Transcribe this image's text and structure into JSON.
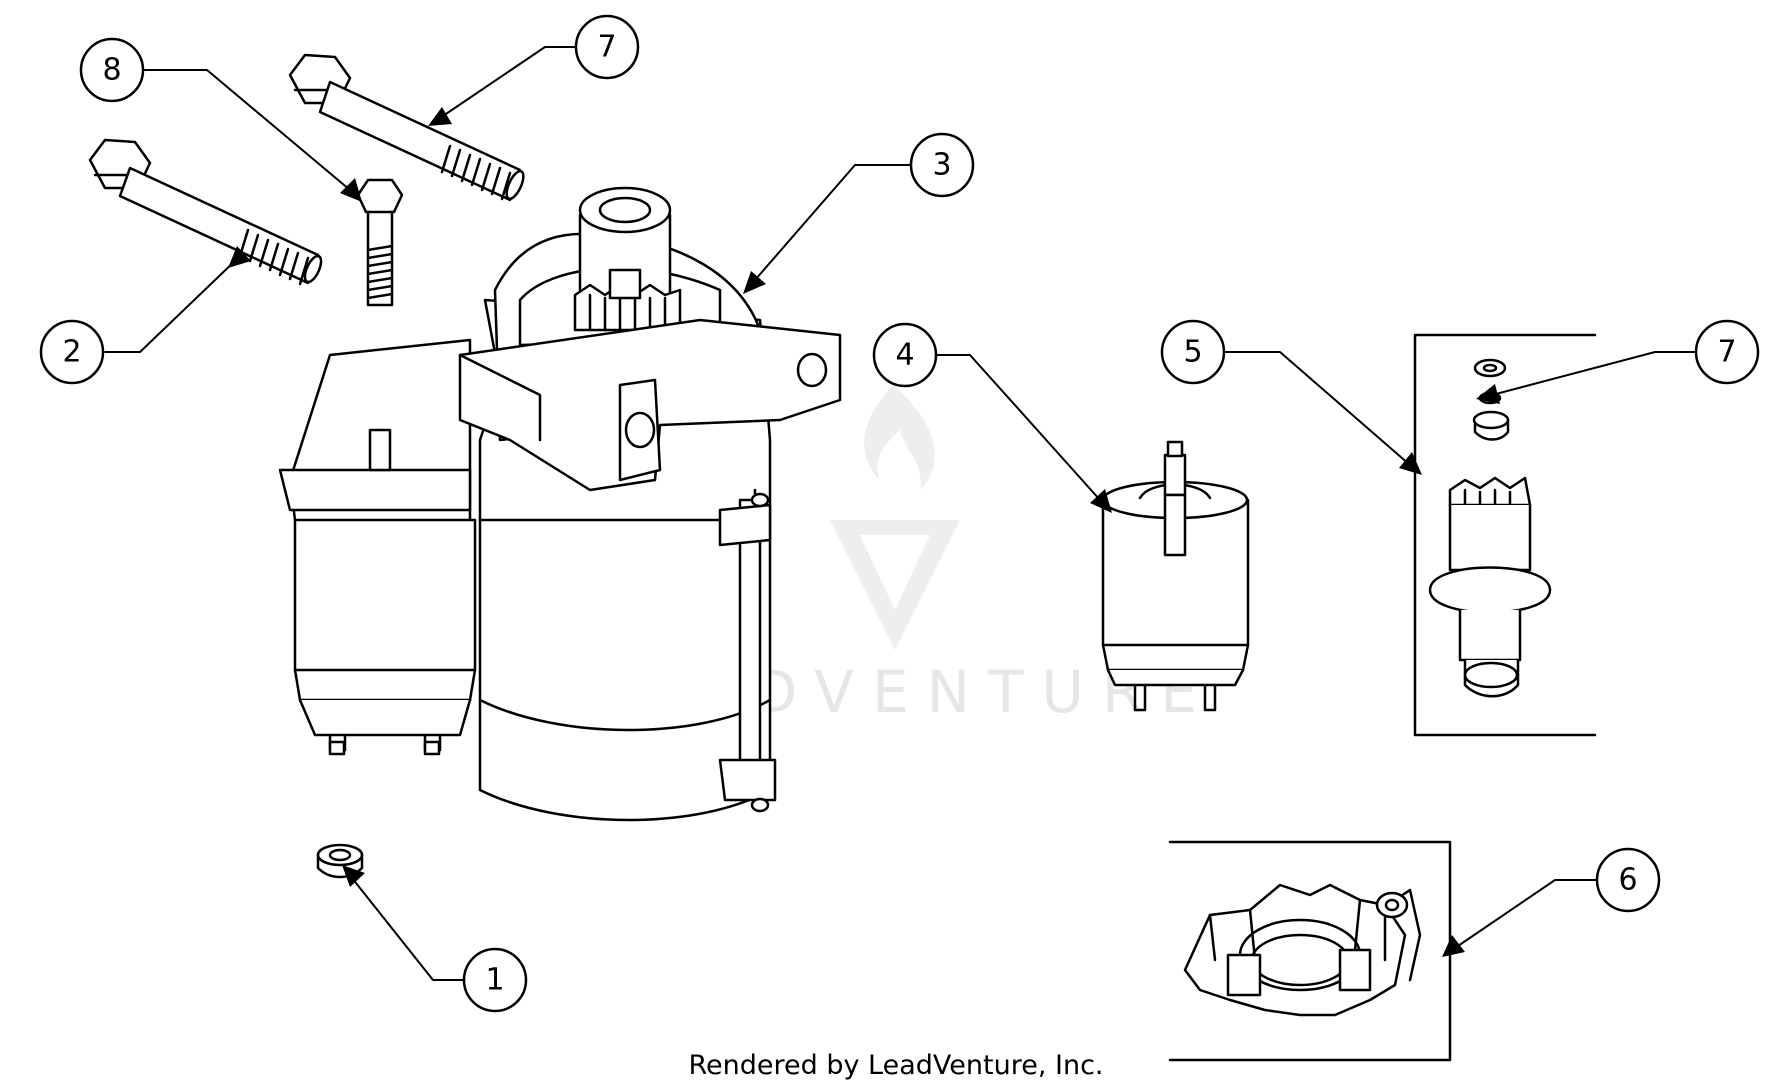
{
  "diagram": {
    "callouts": [
      "1",
      "2",
      "3",
      "4",
      "5",
      "6",
      "7",
      "7",
      "8"
    ]
  },
  "watermark": {
    "text": "LEADVENTURE"
  },
  "footer": {
    "text": "Rendered by LeadVenture, Inc."
  },
  "colors": {
    "line": "#000000",
    "background": "#ffffff",
    "watermark": "#e6e6e6"
  }
}
